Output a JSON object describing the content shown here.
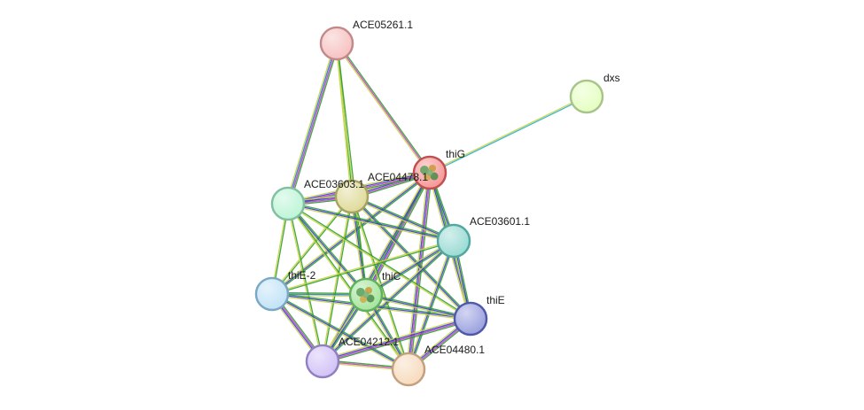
{
  "network": {
    "nodes": [
      {
        "id": "ACE05261.1",
        "label": "ACE05261.1",
        "fill": "#f7c4c4",
        "stroke": "#c48a8a"
      },
      {
        "id": "dxs",
        "label": "dxs",
        "fill": "#e6ffc4",
        "stroke": "#a8c48a"
      },
      {
        "id": "thiG",
        "label": "thiG",
        "fill": "#f79a9a",
        "stroke": "#c05050",
        "query": true
      },
      {
        "id": "ACE04478.1",
        "label": "ACE04478.1",
        "fill": "#e0dc9e",
        "stroke": "#a8a460"
      },
      {
        "id": "ACE03603.1",
        "label": "ACE03603.1",
        "fill": "#c0f5d8",
        "stroke": "#80c0a0"
      },
      {
        "id": "ACE03601.1",
        "label": "ACE03601.1",
        "fill": "#9edcd6",
        "stroke": "#50a8a0"
      },
      {
        "id": "thiE-2",
        "label": "thiE-2",
        "fill": "#c4e4f7",
        "stroke": "#7aa8c4"
      },
      {
        "id": "thiC",
        "label": "thiC",
        "fill": "#a8e6a0",
        "stroke": "#60b060",
        "query": true
      },
      {
        "id": "thiE",
        "label": "thiE",
        "fill": "#9ea4e0",
        "stroke": "#5058a8"
      },
      {
        "id": "ACE04212.1",
        "label": "ACE04212.1",
        "fill": "#d4c4f7",
        "stroke": "#9080c0"
      },
      {
        "id": "ACE04480.1",
        "label": "ACE04480.1",
        "fill": "#f7dcc0",
        "stroke": "#c4a080"
      }
    ],
    "edge_colors": [
      "#2e9e2e",
      "#c43dc4",
      "#3a3ad6",
      "#2a7acc",
      "#c8d444",
      "#1f7a1f",
      "#2ab0d0"
    ],
    "edges": [
      {
        "source": "ACE05261.1",
        "target": "thiG",
        "colors": [
          0,
          1,
          4
        ]
      },
      {
        "source": "ACE05261.1",
        "target": "ACE04478.1",
        "colors": [
          0,
          4
        ]
      },
      {
        "source": "ACE05261.1",
        "target": "ACE03603.1",
        "colors": [
          0,
          1,
          3,
          4
        ]
      },
      {
        "source": "ACE05261.1",
        "target": "thiC",
        "colors": [
          0,
          4
        ]
      },
      {
        "source": "dxs",
        "target": "thiG",
        "colors": [
          6,
          4
        ]
      },
      {
        "source": "thiG",
        "target": "ACE04478.1",
        "colors": [
          0,
          1,
          2,
          4
        ]
      },
      {
        "source": "thiG",
        "target": "ACE03603.1",
        "colors": [
          0,
          1,
          2,
          4
        ]
      },
      {
        "source": "thiG",
        "target": "ACE03601.1",
        "colors": [
          0,
          2,
          4
        ]
      },
      {
        "source": "thiG",
        "target": "thiE-2",
        "colors": [
          0,
          2,
          4
        ]
      },
      {
        "source": "thiG",
        "target": "thiC",
        "colors": [
          0,
          1,
          2,
          4
        ]
      },
      {
        "source": "thiG",
        "target": "thiE",
        "colors": [
          0,
          2,
          4
        ]
      },
      {
        "source": "thiG",
        "target": "ACE04212.1",
        "colors": [
          0,
          2,
          4
        ]
      },
      {
        "source": "thiG",
        "target": "ACE04480.1",
        "colors": [
          0,
          1,
          2,
          4
        ]
      },
      {
        "source": "ACE04478.1",
        "target": "ACE03603.1",
        "colors": [
          0,
          1,
          2,
          4
        ]
      },
      {
        "source": "ACE04478.1",
        "target": "ACE03601.1",
        "colors": [
          0,
          2,
          4
        ]
      },
      {
        "source": "ACE04478.1",
        "target": "thiE-2",
        "colors": [
          0,
          4
        ]
      },
      {
        "source": "ACE04478.1",
        "target": "thiC",
        "colors": [
          0,
          2,
          4
        ]
      },
      {
        "source": "ACE04478.1",
        "target": "thiE",
        "colors": [
          0,
          2,
          4
        ]
      },
      {
        "source": "ACE04478.1",
        "target": "ACE04212.1",
        "colors": [
          0,
          4
        ]
      },
      {
        "source": "ACE04478.1",
        "target": "ACE04480.1",
        "colors": [
          0,
          4
        ]
      },
      {
        "source": "ACE03603.1",
        "target": "ACE03601.1",
        "colors": [
          0,
          2,
          4
        ]
      },
      {
        "source": "ACE03603.1",
        "target": "thiE-2",
        "colors": [
          0,
          4
        ]
      },
      {
        "source": "ACE03603.1",
        "target": "thiC",
        "colors": [
          0,
          2,
          4
        ]
      },
      {
        "source": "ACE03603.1",
        "target": "thiE",
        "colors": [
          0,
          4
        ]
      },
      {
        "source": "ACE03603.1",
        "target": "ACE04212.1",
        "colors": [
          0,
          4
        ]
      },
      {
        "source": "ACE03603.1",
        "target": "ACE04480.1",
        "colors": [
          0,
          4
        ]
      },
      {
        "source": "ACE03601.1",
        "target": "thiE-2",
        "colors": [
          0,
          4
        ]
      },
      {
        "source": "ACE03601.1",
        "target": "thiC",
        "colors": [
          0,
          2,
          4
        ]
      },
      {
        "source": "ACE03601.1",
        "target": "thiE",
        "colors": [
          0,
          2,
          4
        ]
      },
      {
        "source": "ACE03601.1",
        "target": "ACE04212.1",
        "colors": [
          0,
          2,
          4
        ]
      },
      {
        "source": "ACE03601.1",
        "target": "ACE04480.1",
        "colors": [
          0,
          2,
          4
        ]
      },
      {
        "source": "thiE-2",
        "target": "thiC",
        "colors": [
          0,
          3,
          4
        ]
      },
      {
        "source": "thiE-2",
        "target": "thiE",
        "colors": [
          0,
          2,
          4
        ]
      },
      {
        "source": "thiE-2",
        "target": "ACE04212.1",
        "colors": [
          0,
          1,
          2,
          4
        ]
      },
      {
        "source": "thiE-2",
        "target": "ACE04480.1",
        "colors": [
          0,
          2,
          4
        ]
      },
      {
        "source": "thiC",
        "target": "thiE",
        "colors": [
          0,
          2,
          4
        ]
      },
      {
        "source": "thiC",
        "target": "ACE04212.1",
        "colors": [
          0,
          2,
          4
        ]
      },
      {
        "source": "thiC",
        "target": "ACE04480.1",
        "colors": [
          0,
          2,
          4
        ]
      },
      {
        "source": "thiE",
        "target": "ACE04212.1",
        "colors": [
          0,
          1,
          2,
          4
        ]
      },
      {
        "source": "thiE",
        "target": "ACE04480.1",
        "colors": [
          0,
          1,
          2,
          4
        ]
      },
      {
        "source": "ACE04212.1",
        "target": "ACE04480.1",
        "colors": [
          0,
          1,
          4
        ]
      }
    ]
  }
}
